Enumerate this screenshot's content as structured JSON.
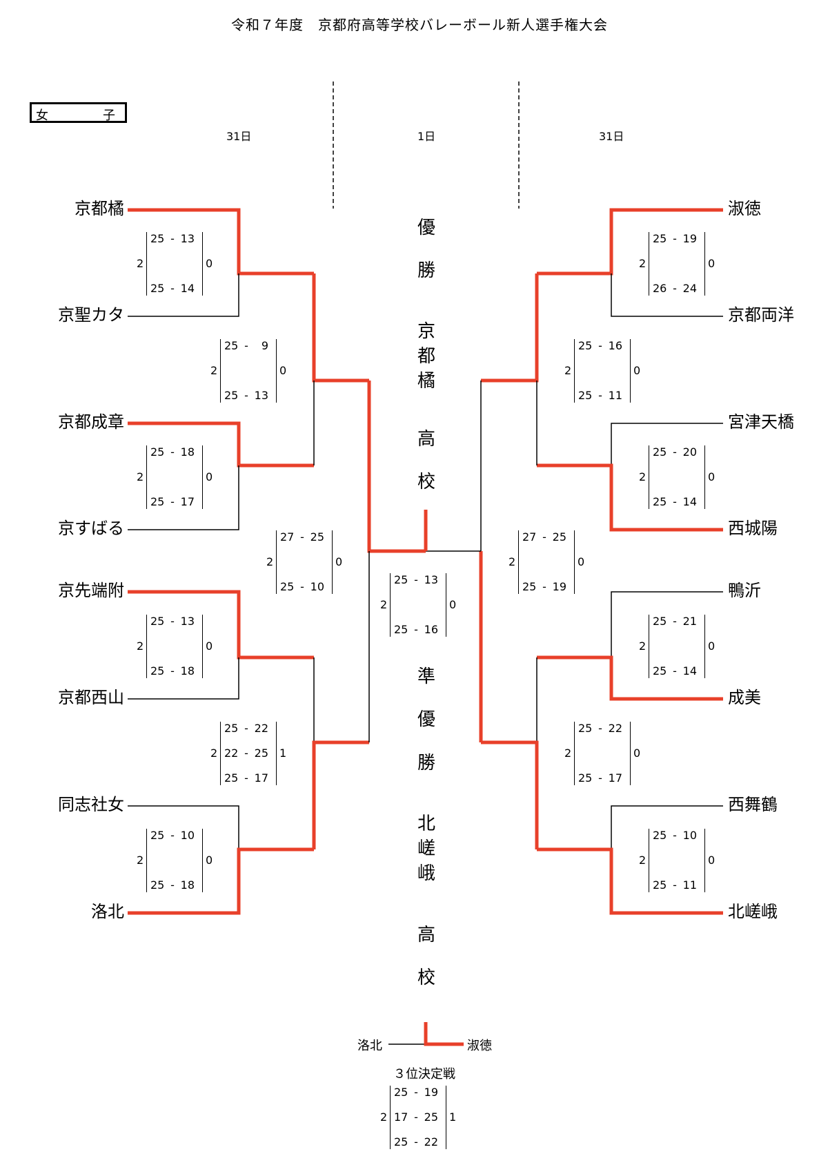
{
  "title": "令和７年度　京都府高等学校バレーボール新人選手権大会",
  "category": {
    "c1": "女",
    "c2": "子"
  },
  "days": {
    "left": "31日",
    "center": "1日",
    "right": "31日"
  },
  "left_teams": [
    "京都橘",
    "京聖カタ",
    "京都成章",
    "京すばる",
    "京先端附",
    "京都西山",
    "同志社女",
    "洛北"
  ],
  "right_teams": [
    "淑徳",
    "京都両洋",
    "宮津天橋",
    "西城陽",
    "鴨沂",
    "成美",
    "西舞鶴",
    "北嵯峨"
  ],
  "champion": {
    "label1": "優",
    "label2": "勝",
    "school": [
      "京",
      "都",
      "橘"
    ],
    "suffix": [
      "高",
      "校"
    ]
  },
  "runner_up": {
    "label": [
      "準",
      "優",
      "勝"
    ],
    "school": [
      "北",
      "嵯",
      "峨"
    ],
    "suffix": [
      "高",
      "校"
    ]
  },
  "scores": {
    "l1": {
      "w": "2",
      "l": "0",
      "sets": [
        [
          "25",
          "13"
        ],
        [
          "25",
          "14"
        ]
      ]
    },
    "l2": {
      "w": "2",
      "l": "0",
      "sets": [
        [
          "25",
          "18"
        ],
        [
          "25",
          "17"
        ]
      ]
    },
    "l3": {
      "w": "2",
      "l": "0",
      "sets": [
        [
          "25",
          "13"
        ],
        [
          "25",
          "18"
        ]
      ]
    },
    "l4": {
      "w": "2",
      "l": "0",
      "sets": [
        [
          "25",
          "10"
        ],
        [
          "25",
          "18"
        ]
      ]
    },
    "l5": {
      "w": "2",
      "l": "0",
      "sets": [
        [
          "25",
          "9"
        ],
        [
          "25",
          "13"
        ]
      ]
    },
    "l6": {
      "w": "2",
      "l": "1",
      "sets": [
        [
          "25",
          "22"
        ],
        [
          "22",
          "25"
        ],
        [
          "25",
          "17"
        ]
      ]
    },
    "l7": {
      "w": "2",
      "l": "0",
      "sets": [
        [
          "27",
          "25"
        ],
        [
          "25",
          "10"
        ]
      ]
    },
    "r1": {
      "w": "2",
      "l": "0",
      "sets": [
        [
          "25",
          "19"
        ],
        [
          "26",
          "24"
        ]
      ]
    },
    "r2": {
      "w": "2",
      "l": "0",
      "sets": [
        [
          "25",
          "20"
        ],
        [
          "25",
          "14"
        ]
      ]
    },
    "r3": {
      "w": "2",
      "l": "0",
      "sets": [
        [
          "25",
          "21"
        ],
        [
          "25",
          "14"
        ]
      ]
    },
    "r4": {
      "w": "2",
      "l": "0",
      "sets": [
        [
          "25",
          "10"
        ],
        [
          "25",
          "11"
        ]
      ]
    },
    "r5": {
      "w": "2",
      "l": "0",
      "sets": [
        [
          "25",
          "16"
        ],
        [
          "25",
          "11"
        ]
      ]
    },
    "r6": {
      "w": "2",
      "l": "0",
      "sets": [
        [
          "25",
          "22"
        ],
        [
          "25",
          "17"
        ]
      ]
    },
    "r7": {
      "w": "2",
      "l": "0",
      "sets": [
        [
          "27",
          "25"
        ],
        [
          "25",
          "19"
        ]
      ]
    },
    "final": {
      "w": "2",
      "l": "0",
      "sets": [
        [
          "25",
          "13"
        ],
        [
          "25",
          "16"
        ]
      ]
    },
    "third": {
      "w": "2",
      "l": "1",
      "sets": [
        [
          "25",
          "19"
        ],
        [
          "17",
          "25"
        ],
        [
          "25",
          "22"
        ]
      ]
    }
  },
  "third_place": {
    "title": "３位決定戦",
    "left": "洛北",
    "right": "淑徳"
  },
  "colors": {
    "winner_line": "#e8402a",
    "loser_line": "#000000"
  }
}
